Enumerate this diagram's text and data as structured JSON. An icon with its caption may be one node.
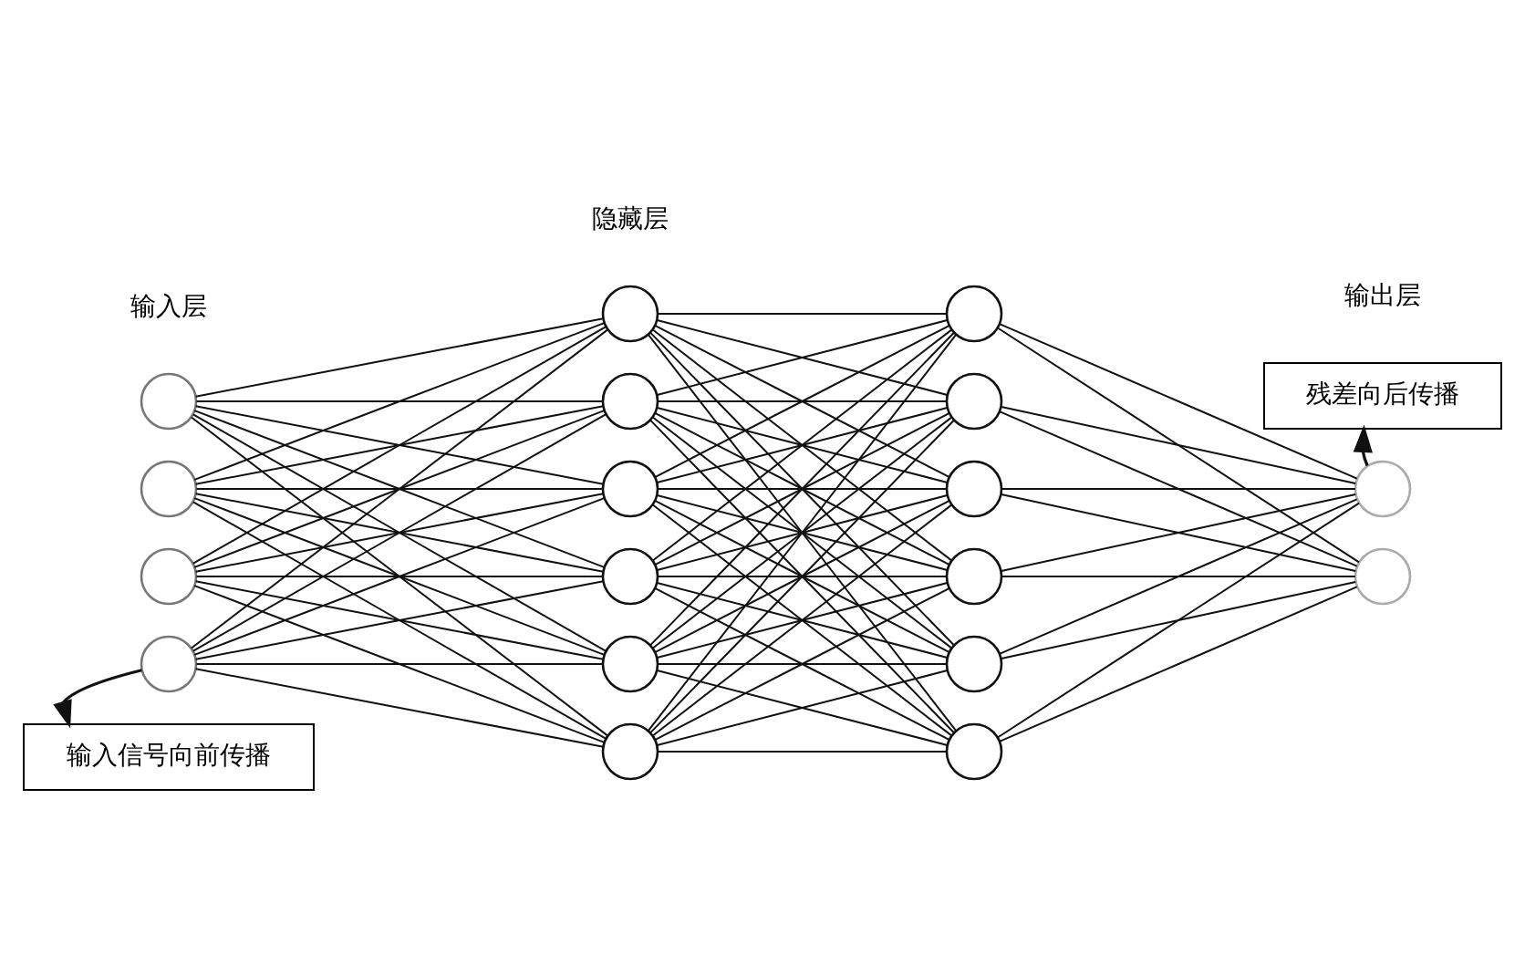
{
  "diagram": {
    "nodes": [
      {
        "text": [
          "残差向后传播"
        ]
      },
      {
        "text": [],
        "shape": "circle"
      },
      {
        "text": [],
        "shape": "circle"
      },
      {
        "text": [],
        "shape": "circle"
      },
      {
        "text": [],
        "shape": "circle"
      },
      {
        "text": [],
        "shape": "circle"
      },
      {
        "text": [],
        "shape": "circle"
      },
      {
        "text": [],
        "shape": "circle"
      },
      {
        "text": [],
        "shape": "circle"
      },
      {
        "text": [],
        "shape": "circle"
      },
      {
        "text": [],
        "shape": "circle"
      },
      {
        "text": [],
        "shape": "circle"
      },
      {
        "text": [],
        "shape": "circle"
      },
      {
        "text": [],
        "shape": "circle"
      },
      {
        "text": [],
        "shape": "circle"
      },
      {
        "text": [],
        "shape": "circle"
      },
      {
        "text": [],
        "shape": "circle"
      },
      {
        "text": [],
        "shape": "circle"
      },
      {
        "text": [],
        "shape": "circle"
      },
      {
        "text": [
          "输入信号向前传播"
        ]
      }
    ],
    "edges": [
      {
        "from": 1,
        "to": 5,
        "arrow": "none"
      },
      {
        "from": 1,
        "to": 6,
        "arrow": "none"
      },
      {
        "from": 1,
        "to": 7,
        "arrow": "none"
      },
      {
        "from": 1,
        "to": 8,
        "arrow": "none"
      },
      {
        "from": 1,
        "to": 9,
        "arrow": "none"
      },
      {
        "from": 1,
        "to": 10,
        "arrow": "none"
      },
      {
        "from": 2,
        "to": 5,
        "arrow": "none"
      },
      {
        "from": 2,
        "to": 6,
        "arrow": "none"
      },
      {
        "from": 2,
        "to": 7,
        "arrow": "none"
      },
      {
        "from": 2,
        "to": 8,
        "arrow": "none"
      },
      {
        "from": 2,
        "to": 9,
        "arrow": "none"
      },
      {
        "from": 2,
        "to": 10,
        "arrow": "none"
      },
      {
        "from": 3,
        "to": 5,
        "arrow": "none"
      },
      {
        "from": 3,
        "to": 6,
        "arrow": "none"
      },
      {
        "from": 3,
        "to": 7,
        "arrow": "none"
      },
      {
        "from": 3,
        "to": 8,
        "arrow": "none"
      },
      {
        "from": 3,
        "to": 9,
        "arrow": "none"
      },
      {
        "from": 3,
        "to": 10,
        "arrow": "none"
      },
      {
        "from": 4,
        "to": 5,
        "arrow": "none"
      },
      {
        "from": 4,
        "to": 6,
        "arrow": "none"
      },
      {
        "from": 4,
        "to": 7,
        "arrow": "none"
      },
      {
        "from": 4,
        "to": 8,
        "arrow": "none"
      },
      {
        "from": 4,
        "to": 9,
        "arrow": "none"
      },
      {
        "from": 4,
        "to": 10,
        "arrow": "none"
      },
      {
        "from": 5,
        "to": 11,
        "arrow": "none"
      },
      {
        "from": 5,
        "to": 12,
        "arrow": "none"
      },
      {
        "from": 5,
        "to": 13,
        "arrow": "none"
      },
      {
        "from": 5,
        "to": 14,
        "arrow": "none"
      },
      {
        "from": 5,
        "to": 15,
        "arrow": "none"
      },
      {
        "from": 5,
        "to": 16,
        "arrow": "none"
      },
      {
        "from": 6,
        "to": 11,
        "arrow": "none"
      },
      {
        "from": 6,
        "to": 12,
        "arrow": "none"
      },
      {
        "from": 6,
        "to": 13,
        "arrow": "none"
      },
      {
        "from": 6,
        "to": 14,
        "arrow": "none"
      },
      {
        "from": 6,
        "to": 15,
        "arrow": "none"
      },
      {
        "from": 6,
        "to": 16,
        "arrow": "none"
      },
      {
        "from": 7,
        "to": 11,
        "arrow": "none"
      },
      {
        "from": 7,
        "to": 12,
        "arrow": "none"
      },
      {
        "from": 7,
        "to": 13,
        "arrow": "none"
      },
      {
        "from": 7,
        "to": 14,
        "arrow": "none"
      },
      {
        "from": 7,
        "to": 15,
        "arrow": "none"
      },
      {
        "from": 7,
        "to": 16,
        "arrow": "none"
      },
      {
        "from": 8,
        "to": 11,
        "arrow": "none"
      },
      {
        "from": 8,
        "to": 12,
        "arrow": "none"
      },
      {
        "from": 8,
        "to": 13,
        "arrow": "none"
      },
      {
        "from": 8,
        "to": 14,
        "arrow": "none"
      },
      {
        "from": 8,
        "to": 15,
        "arrow": "none"
      },
      {
        "from": 8,
        "to": 16,
        "arrow": "none"
      },
      {
        "from": 9,
        "to": 11,
        "arrow": "none"
      },
      {
        "from": 9,
        "to": 12,
        "arrow": "none"
      },
      {
        "from": 9,
        "to": 13,
        "arrow": "none"
      },
      {
        "from": 9,
        "to": 14,
        "arrow": "none"
      },
      {
        "from": 9,
        "to": 15,
        "arrow": "none"
      },
      {
        "from": 9,
        "to": 16,
        "arrow": "none"
      },
      {
        "from": 10,
        "to": 11,
        "arrow": "none"
      },
      {
        "from": 10,
        "to": 12,
        "arrow": "none"
      },
      {
        "from": 10,
        "to": 13,
        "arrow": "none"
      },
      {
        "from": 10,
        "to": 14,
        "arrow": "none"
      },
      {
        "from": 10,
        "to": 15,
        "arrow": "none"
      },
      {
        "from": 10,
        "to": 16,
        "arrow": "none"
      },
      {
        "from": 11,
        "to": 17,
        "arrow": "none"
      },
      {
        "from": 11,
        "to": 18,
        "arrow": "none"
      },
      {
        "from": 12,
        "to": 17,
        "arrow": "none"
      },
      {
        "from": 12,
        "to": 18,
        "arrow": "none"
      },
      {
        "from": 13,
        "to": 17,
        "arrow": "none"
      },
      {
        "from": 13,
        "to": 18,
        "arrow": "none"
      },
      {
        "from": 14,
        "to": 17,
        "arrow": "none"
      },
      {
        "from": 14,
        "to": 18,
        "arrow": "none"
      },
      {
        "from": 15,
        "to": 17,
        "arrow": "none"
      },
      {
        "from": 15,
        "to": 18,
        "arrow": "none"
      },
      {
        "from": 16,
        "to": 17,
        "arrow": "none"
      },
      {
        "from": 16,
        "to": 18,
        "arrow": "none"
      },
      {
        "from": 17,
        "to": 0,
        "arrow": "to"
      },
      {
        "from": 4,
        "to": 19,
        "arrow": "to"
      }
    ],
    "labels": [
      "输入层",
      "隐藏层",
      "输出层"
    ]
  }
}
